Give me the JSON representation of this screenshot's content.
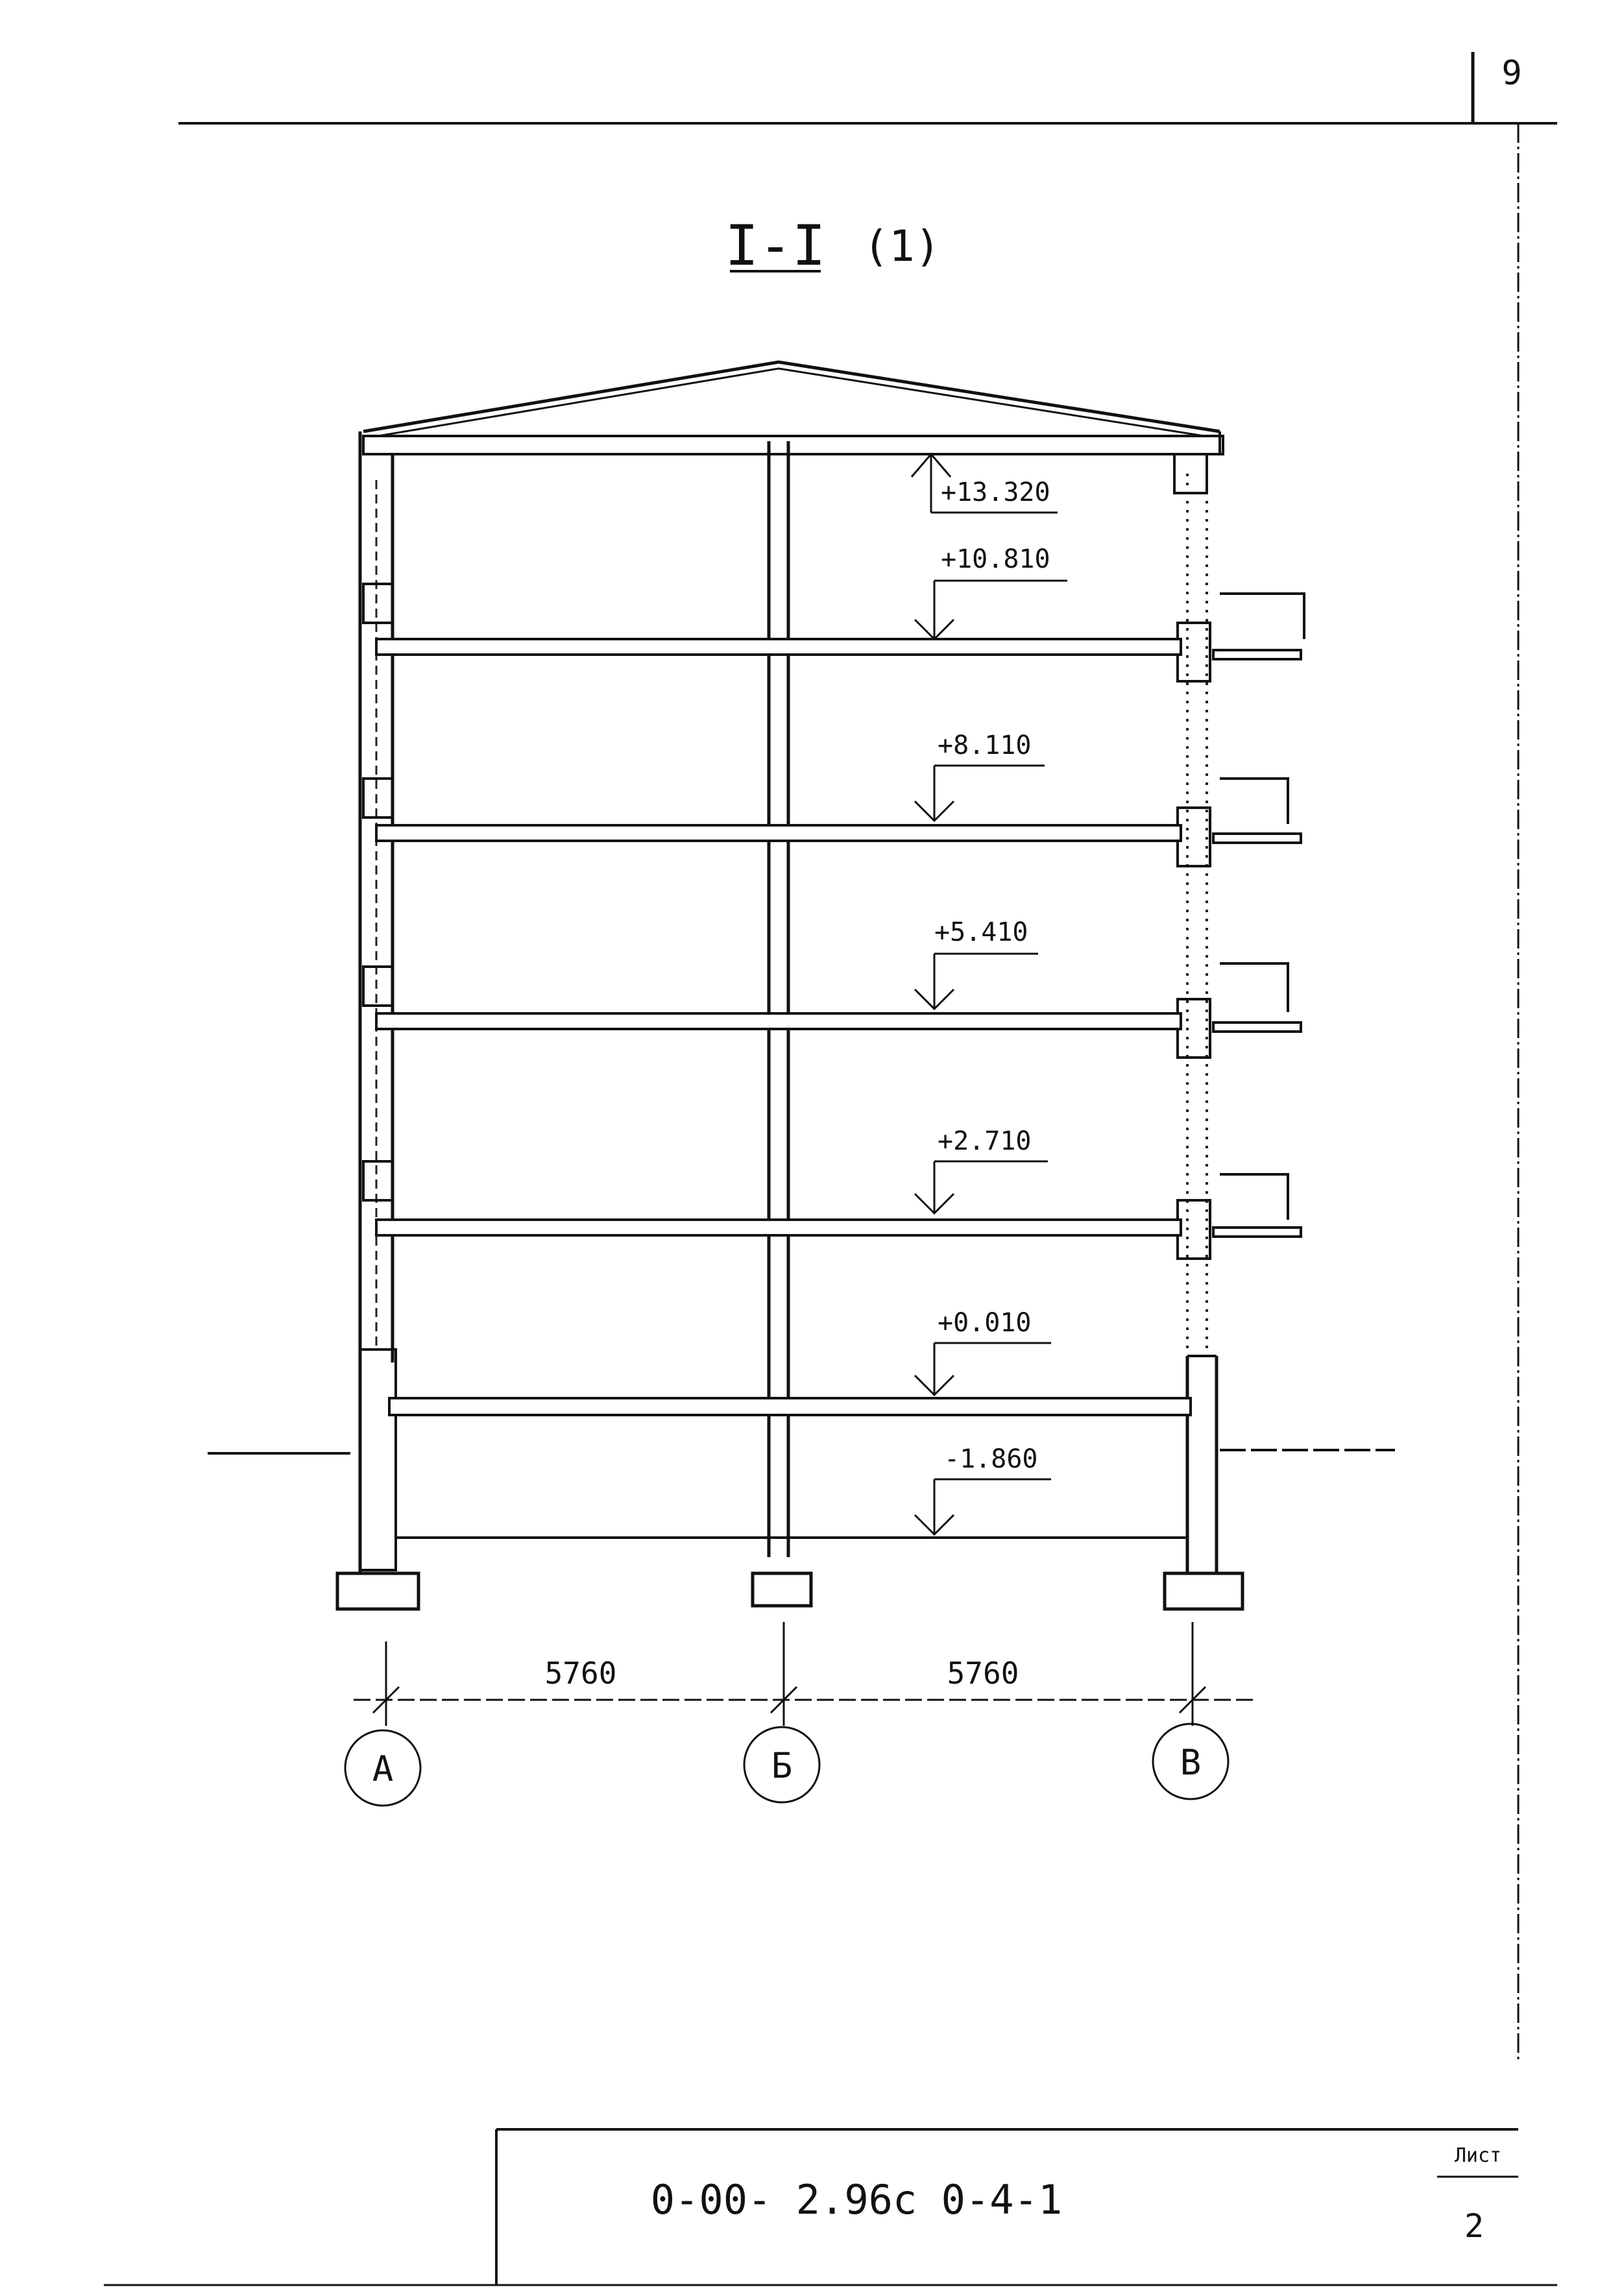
{
  "sheet": {
    "number": "9",
    "section_title": "I-I",
    "section_variant": "(1)",
    "document_code": "0-00- 2.96c 0-4-1",
    "sheet_label": "Лист",
    "sheet_index": "2"
  },
  "levels": [
    {
      "id": "roof",
      "label": "+13.320"
    },
    {
      "id": "floor5",
      "label": "+10.810"
    },
    {
      "id": "floor4",
      "label": "+8.110"
    },
    {
      "id": "floor3",
      "label": "+5.410"
    },
    {
      "id": "floor2",
      "label": "+2.710"
    },
    {
      "id": "floor1",
      "label": "+0.010"
    },
    {
      "id": "basement",
      "label": "-1.860"
    }
  ],
  "spans": [
    {
      "label": "5760"
    },
    {
      "label": "5760"
    }
  ],
  "axes": [
    {
      "label": "А"
    },
    {
      "label": "Б"
    },
    {
      "label": "В"
    }
  ]
}
